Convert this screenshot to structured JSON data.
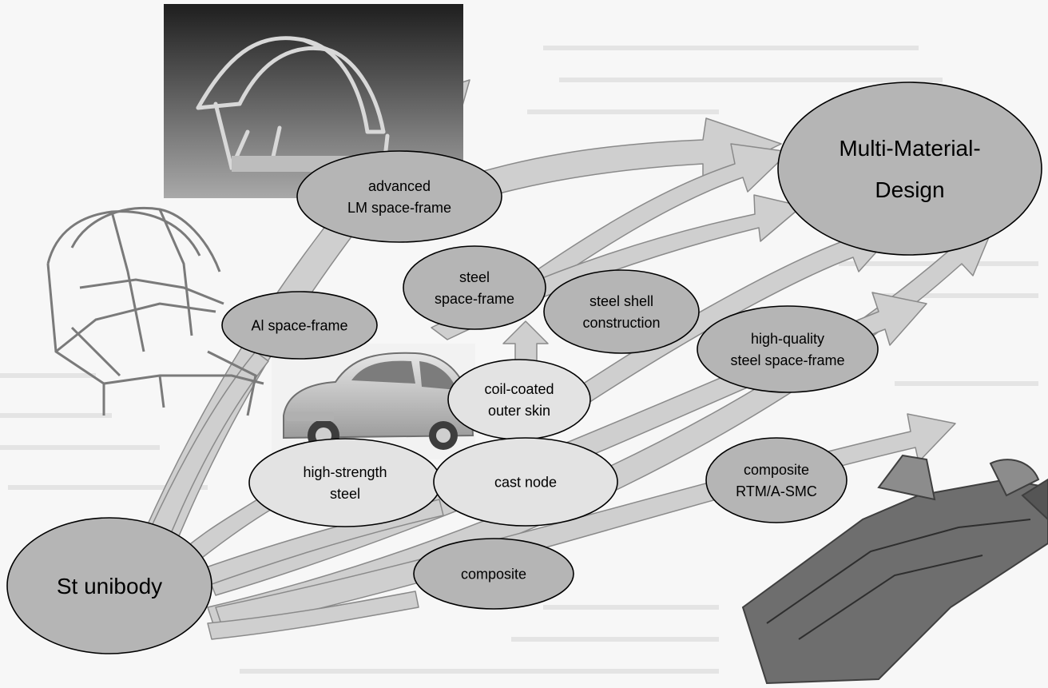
{
  "diagram": {
    "colors": {
      "background": "#ffffff",
      "scan_paper": "#ececec",
      "arrow_fill": "#cfcfcf",
      "arrow_stroke": "#8a8a8a",
      "node_dark": "#b5b5b5",
      "node_light": "#e3e3e3",
      "node_stroke": "#000000"
    },
    "nodes": {
      "st_unibody": {
        "lines": [
          "St unibody"
        ],
        "shade": "dark"
      },
      "multi_material": {
        "lines": [
          "Multi-Material-",
          "Design"
        ],
        "shade": "dark"
      },
      "advanced_lm": {
        "lines": [
          "advanced",
          "LM space-frame"
        ],
        "shade": "dark"
      },
      "al_space_frame": {
        "lines": [
          "Al space-frame"
        ],
        "shade": "dark"
      },
      "steel_space_frame": {
        "lines": [
          "steel",
          "space-frame"
        ],
        "shade": "dark"
      },
      "steel_shell": {
        "lines": [
          "steel shell",
          "construction"
        ],
        "shade": "dark"
      },
      "high_quality": {
        "lines": [
          "high-quality",
          "steel space-frame"
        ],
        "shade": "dark"
      },
      "coil_coated": {
        "lines": [
          "coil-coated",
          "outer skin"
        ],
        "shade": "light"
      },
      "high_strength": {
        "lines": [
          "high-strength",
          "steel"
        ],
        "shade": "light"
      },
      "cast_node": {
        "lines": [
          "cast node"
        ],
        "shade": "light"
      },
      "composite_rtm": {
        "lines": [
          "composite",
          "RTM/A-SMC"
        ],
        "shade": "dark"
      },
      "composite": {
        "lines": [
          "composite"
        ],
        "shade": "dark"
      }
    },
    "images": [
      {
        "id": "lm-space-frame-photo",
        "icon": "space-frame-structure-photo"
      },
      {
        "id": "al-space-frame-drawing",
        "icon": "aluminium-body-frame-drawing"
      },
      {
        "id": "small-car-photo",
        "icon": "hatchback-car-photo"
      },
      {
        "id": "floor-pan-drawing",
        "icon": "composite-floor-pan-drawing"
      }
    ]
  }
}
